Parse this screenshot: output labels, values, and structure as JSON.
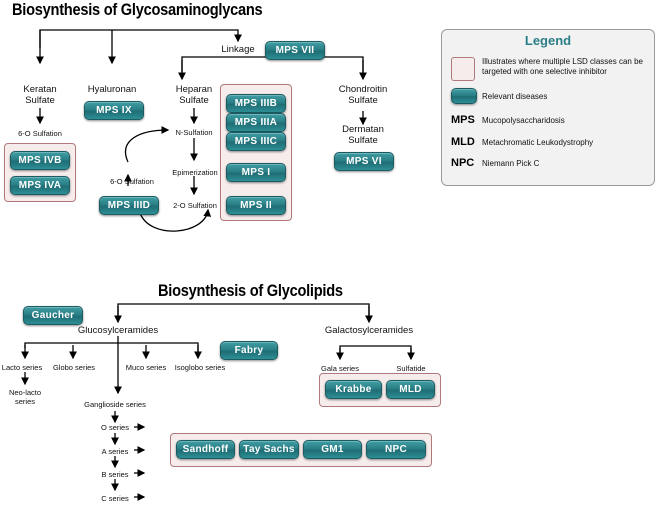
{
  "gag": {
    "title": "Biosynthesis of Glycosaminoglycans",
    "linkage": "Linkage",
    "keratan": "Keratan\nSulfate",
    "hyaluronan": "Hyaluronan",
    "heparan": "Heparan\nSulfate",
    "chondroitin": "Chondroitin\nSulfate",
    "dermatan": "Dermatan\nSulfate",
    "six_o_sulf_1": "6-O Sulfation",
    "n_sulf": "N-Sulfation",
    "six_o_sulf_2": "6-O Sulfation",
    "epimerization": "Epimerization",
    "two_o_sulf": "2-O Sulfation",
    "mps_vii": "MPS VII",
    "mps_ix": "MPS IX",
    "mps_ivb": "MPS IVB",
    "mps_iva": "MPS IVA",
    "mps_iiid": "MPS IIID",
    "mps_iiib": "MPS IIIB",
    "mps_iiia": "MPS IIIA",
    "mps_iiic": "MPS IIIC",
    "mps_i": "MPS I",
    "mps_ii": "MPS II",
    "mps_vi": "MPS VI"
  },
  "legend": {
    "title": "Legend",
    "group_desc": "Illustrates where multiple LSD classes can be targeted with one selective inhibitor",
    "pill_desc": "Relevant diseases",
    "items": [
      {
        "abbr": "MPS",
        "desc": "Mucopolysaccharidosis"
      },
      {
        "abbr": "MLD",
        "desc": "Metachromatic Leukodystrophy"
      },
      {
        "abbr": "NPC",
        "desc": "Niemann Pick C"
      }
    ]
  },
  "gl": {
    "title": "Biosynthesis of Glycolipids",
    "glucosylceramides": "Glucosylceramides",
    "galactosylceramides": "Galactosylceramides",
    "lacto": "Lacto series",
    "globo": "Globo series",
    "muco": "Muco series",
    "isoglobo": "Isoglobo series",
    "neolacto": "Neo-lacto\nseries",
    "ganglioside": "Ganglioside series",
    "o_series": "O series",
    "a_series": "A series",
    "b_series": "B series",
    "c_series": "C series",
    "gala": "Gala series",
    "sulfatide": "Sulfatide",
    "gaucher": "Gaucher",
    "fabry": "Fabry",
    "krabbe": "Krabbe",
    "mld": "MLD",
    "sandhoff": "Sandhoff",
    "tay_sachs": "Tay Sachs",
    "gm1": "GM1",
    "npc": "NPC"
  },
  "colors": {
    "pill": "#2a7f86",
    "group_border": "#b07a7a",
    "group_fill": "#f6ecec",
    "legend_title": "#2a7f86"
  }
}
